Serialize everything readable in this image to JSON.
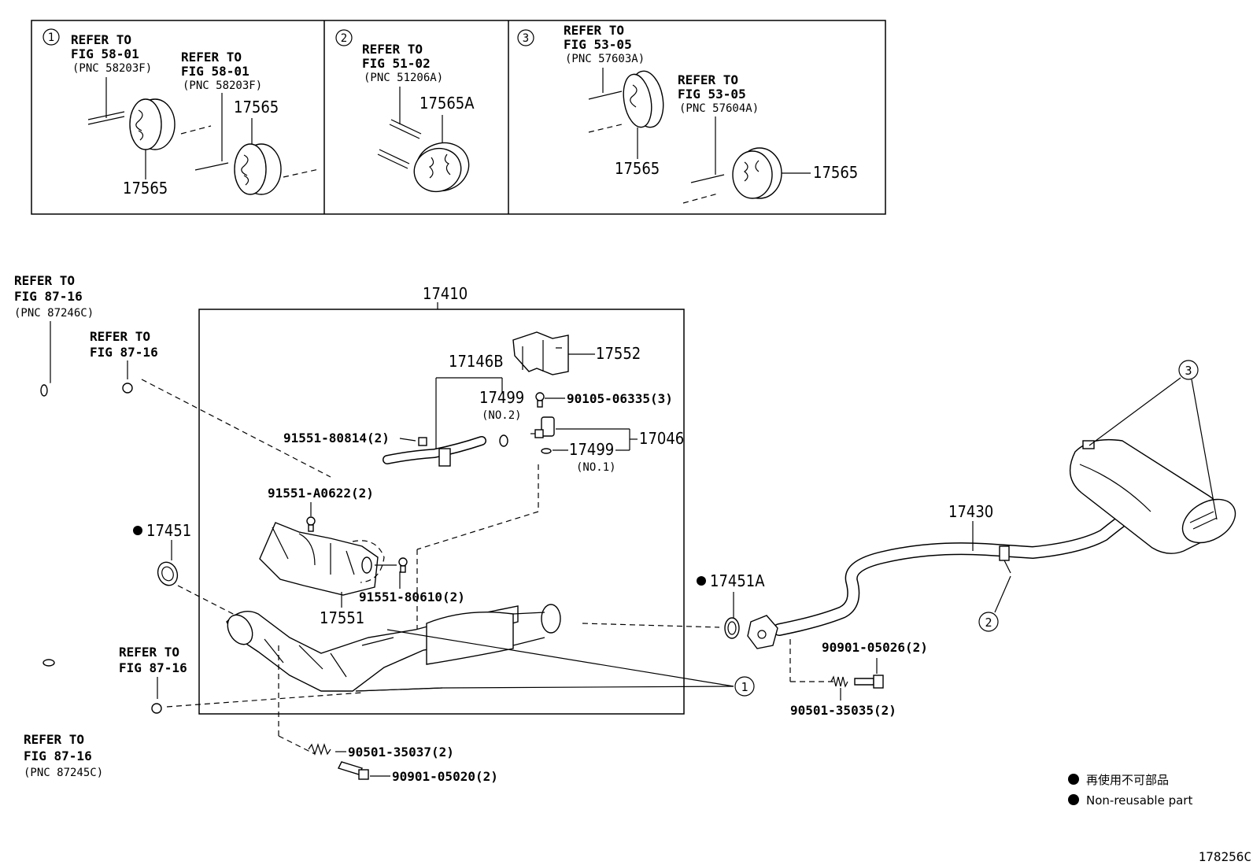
{
  "insets": {
    "one": {
      "number": "1",
      "ref_a": [
        "REFER TO",
        "FIG 58-01",
        "(PNC 58203F)"
      ],
      "ref_b": [
        "REFER TO",
        "FIG 58-01",
        "(PNC 58203F)"
      ],
      "part_top": "17565",
      "part_bottom": "17565"
    },
    "two": {
      "number": "2",
      "ref": [
        "REFER TO",
        "FIG 51-02",
        "(PNC 51206A)"
      ],
      "part": "17565A"
    },
    "three": {
      "number": "3",
      "ref_a": [
        "REFER TO",
        "FIG 53-05",
        "(PNC 57603A)"
      ],
      "ref_b": [
        "REFER TO",
        "FIG 53-05",
        "(PNC 57604A)"
      ],
      "part_left": "17565",
      "part_right": "17565"
    }
  },
  "main": {
    "assembly": "17410",
    "ref_upper_left": [
      "REFER TO",
      "FIG 87-16",
      "(PNC 87246C)"
    ],
    "ref_upper_clamp": [
      "REFER TO",
      "FIG 87-16"
    ],
    "ref_lower_clamp": [
      "REFER TO",
      "FIG 87-16"
    ],
    "ref_lower_left": [
      "REFER TO",
      "FIG 87-16",
      "(PNC 87245C)"
    ],
    "parts": {
      "p17146B": "17146B",
      "p17552": "17552",
      "p17499_no2": "17499",
      "p17499_no2_sub": "(NO.2)",
      "p90105": "90105-06335(3)",
      "p91551_80814": "91551-80814(2)",
      "p17046": "17046",
      "p17499_no1": "17499",
      "p17499_no1_sub": "(NO.1)",
      "p91551_A0622": "91551-A0622(2)",
      "p17451": "17451",
      "p91551_80610": "91551-80610(2)",
      "p17551": "17551",
      "p17451A": "17451A",
      "p17430": "17430",
      "p90901_05026": "90901-05026(2)",
      "p90501_35035": "90501-35035(2)",
      "p90501_35037": "90501-35037(2)",
      "p90901_05020": "90901-05020(2)",
      "callout_1": "1",
      "callout_2": "2",
      "callout_3": "3"
    }
  },
  "legend": {
    "jp": "再使用不可部品",
    "en": "Non-reusable part"
  },
  "figure_id": "178256C"
}
